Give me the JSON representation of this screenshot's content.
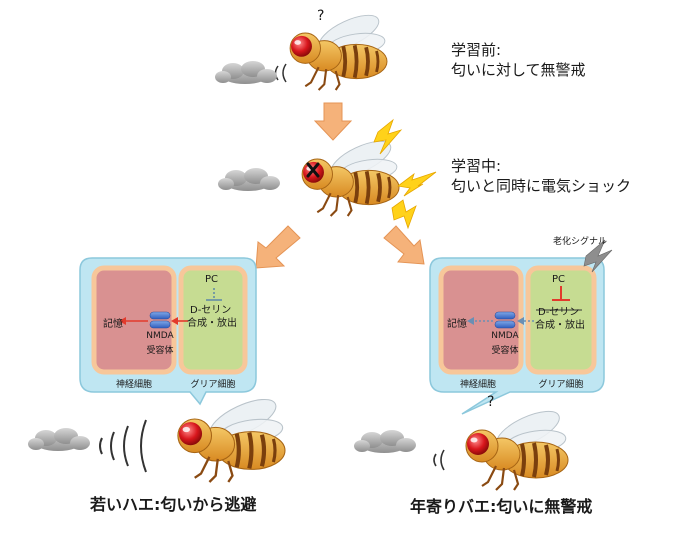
{
  "stages": [
    {
      "title": "学習前:",
      "desc": "匂いに対して無警戒"
    },
    {
      "title": "学習中:",
      "desc": "匂いと同時に電気ショック"
    }
  ],
  "question_mark": "?",
  "left_panel": {
    "pc": "PC",
    "d_serine": "D-セリン",
    "synth": "合成・放出",
    "memory": "記憶",
    "nmda": "NMDA",
    "receptor": "受容体",
    "neuron": "神経細胞",
    "glia": "グリア細胞"
  },
  "right_panel": {
    "aging": "老化シグナル",
    "pc": "PC",
    "d_serine": "D-セリン",
    "synth": "合成・放出",
    "memory": "記憶",
    "nmda": "NMDA",
    "receptor": "受容体",
    "neuron": "神経細胞",
    "glia": "グリア細胞"
  },
  "captions": {
    "young": "若いハエ:匂いから逃避",
    "old": "年寄りバエ:匂いに無警戒"
  },
  "colors": {
    "panel_bg": "#bfe6f2",
    "neuron_fill": "#d99191",
    "neuron_border": "#f7c79a",
    "glia_fill": "#c6dc92",
    "arrow": "#f5b27a",
    "red": "#e23a2c",
    "fly_body": "#e5a33a",
    "lightning": "#ffd21a"
  }
}
